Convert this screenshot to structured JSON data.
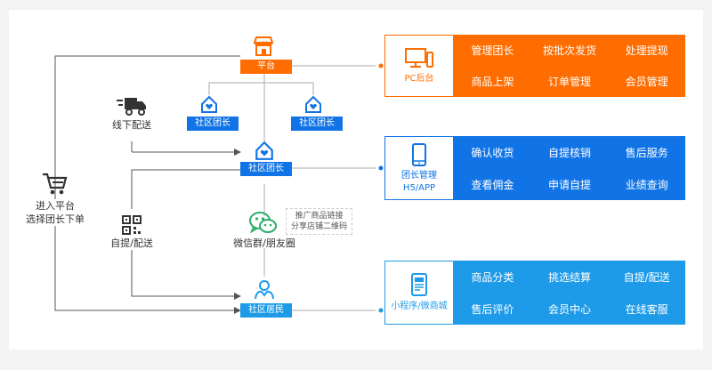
{
  "colors": {
    "orange": "#ff6d00",
    "blue": "#1174e6",
    "cyan": "#1e9be8",
    "line": "#555555",
    "light_line": "#aaaaaa"
  },
  "nodes": {
    "platform": {
      "icon": "shop-icon",
      "label": "平台"
    },
    "community_leader_left": {
      "icon": "home-heart-icon",
      "label": "社区团长"
    },
    "community_leader_right": {
      "icon": "home-heart-icon",
      "label": "社区团长"
    },
    "community_leader_main": {
      "icon": "home-heart-icon",
      "label": "社区团长"
    },
    "wechat": {
      "icon": "wechat-icon",
      "label": "微信群/朋友圈"
    },
    "resident": {
      "icon": "person-icon",
      "label": "社区居民"
    }
  },
  "wechat_note": {
    "line1": "推广商品链接",
    "line2": "分享店铺二维码"
  },
  "left_flow": {
    "offline": {
      "icon": "truck-icon",
      "label": "线下配送"
    },
    "cart": {
      "icon": "cart-icon",
      "line1": "进入平台",
      "line2": "选择团长下单"
    },
    "pickup": {
      "icon": "qrcode-icon",
      "label": "自提/配送"
    }
  },
  "panels": [
    {
      "icon": "desktop-icon",
      "name_lines": [
        "PC后台"
      ],
      "items": [
        "管理团长",
        "按批次发货",
        "处理提现",
        "商品上架",
        "订单管理",
        "会员管理"
      ]
    },
    {
      "icon": "phone-icon",
      "name_lines": [
        "团长管理",
        "H5/APP"
      ],
      "items": [
        "确认收货",
        "自提核销",
        "售后服务",
        "查看佣金",
        "申请自提",
        "业绩查询"
      ]
    },
    {
      "icon": "tablet-icon",
      "name_lines": [
        "小程序/微商城"
      ],
      "items": [
        "商品分类",
        "挑选结算",
        "自提/配送",
        "售后评价",
        "会员中心",
        "在线客服"
      ]
    }
  ]
}
